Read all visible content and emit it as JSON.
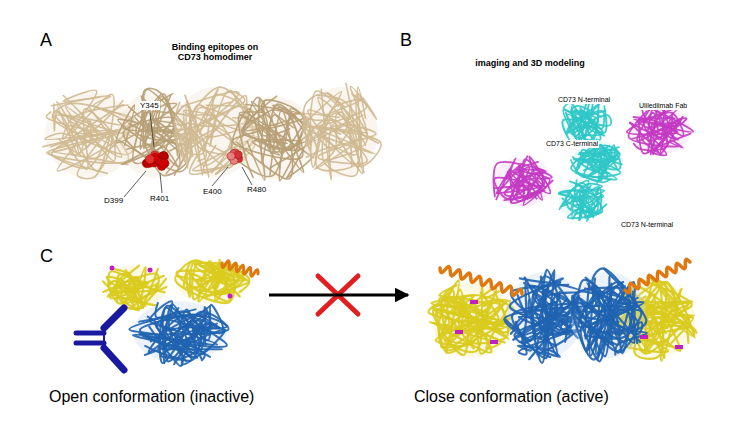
{
  "diagram": {
    "nodes": [
      {
        "text": [
          "Open conformation (inactive)"
        ]
      },
      {
        "text": [
          "Close conformation (active)"
        ]
      }
    ],
    "edges": [
      {
        "from": 0,
        "to": 1,
        "arrow": "to"
      }
    ],
    "labels": [
      "A",
      "Binding epitopes on CD73 homodimer",
      "Y345",
      "D399",
      "R401",
      "E400",
      "R480",
      "B",
      "imaging and 3D modeling",
      "CD73 N-terminal",
      "Uliledlimab Fab",
      "CD73 C-terminal",
      "CD73 N-terminal",
      "C"
    ]
  }
}
